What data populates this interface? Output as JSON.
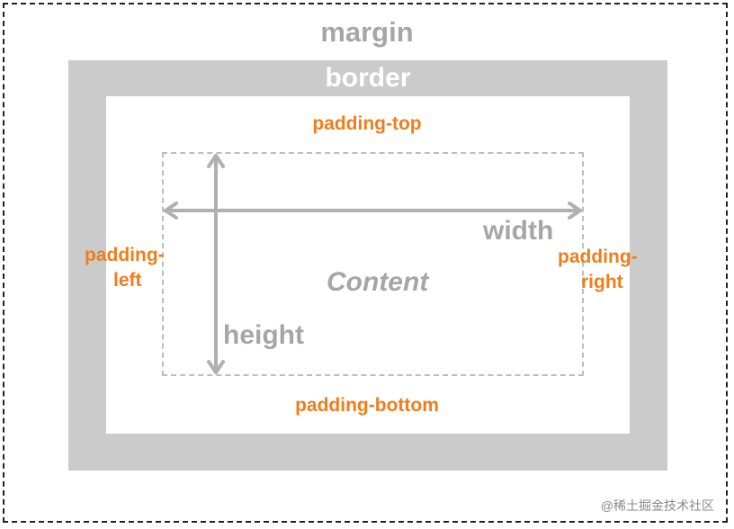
{
  "labels": {
    "margin": "margin",
    "border": "border",
    "padding_top": "padding-top",
    "padding_bottom": "padding-bottom",
    "padding_left_line1": "padding-",
    "padding_left_line2": "left",
    "padding_right_line1": "padding-",
    "padding_right_line2": "right",
    "width": "width",
    "height": "height",
    "content": "Content"
  },
  "watermark": "@稀土掘金技术社区",
  "colors": {
    "border_fill": "#cbcbcb",
    "padding_label": "#f07d1b",
    "gray_label": "#a6a6a6",
    "arrow": "#b0b0b0",
    "dashed_content": "#bdbdbd",
    "outer_dashed": "#222222"
  }
}
